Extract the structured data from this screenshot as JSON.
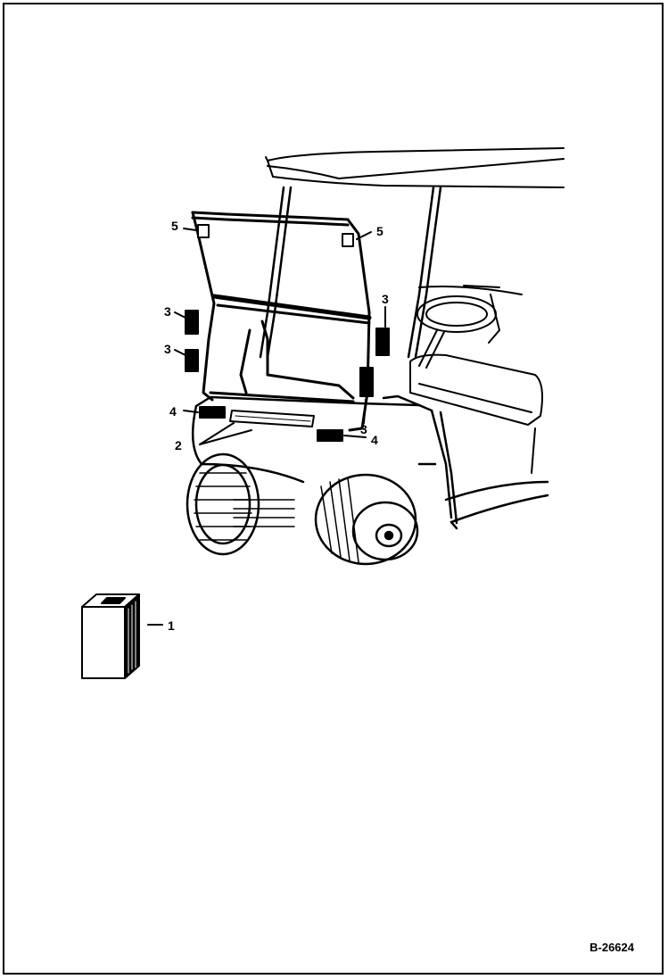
{
  "figure": {
    "number": "B-26624"
  },
  "callouts": [
    {
      "id": "callout-5-left",
      "label": "5"
    },
    {
      "id": "callout-5-right",
      "label": "5"
    },
    {
      "id": "callout-3-upper-left",
      "label": "3"
    },
    {
      "id": "callout-3-lower-left",
      "label": "3"
    },
    {
      "id": "callout-3-upper-right",
      "label": "3"
    },
    {
      "id": "callout-3-lower-right",
      "label": "3"
    },
    {
      "id": "callout-4-left",
      "label": "4"
    },
    {
      "id": "callout-4-right",
      "label": "4"
    },
    {
      "id": "callout-2",
      "label": "2"
    },
    {
      "id": "callout-1",
      "label": "1"
    }
  ]
}
